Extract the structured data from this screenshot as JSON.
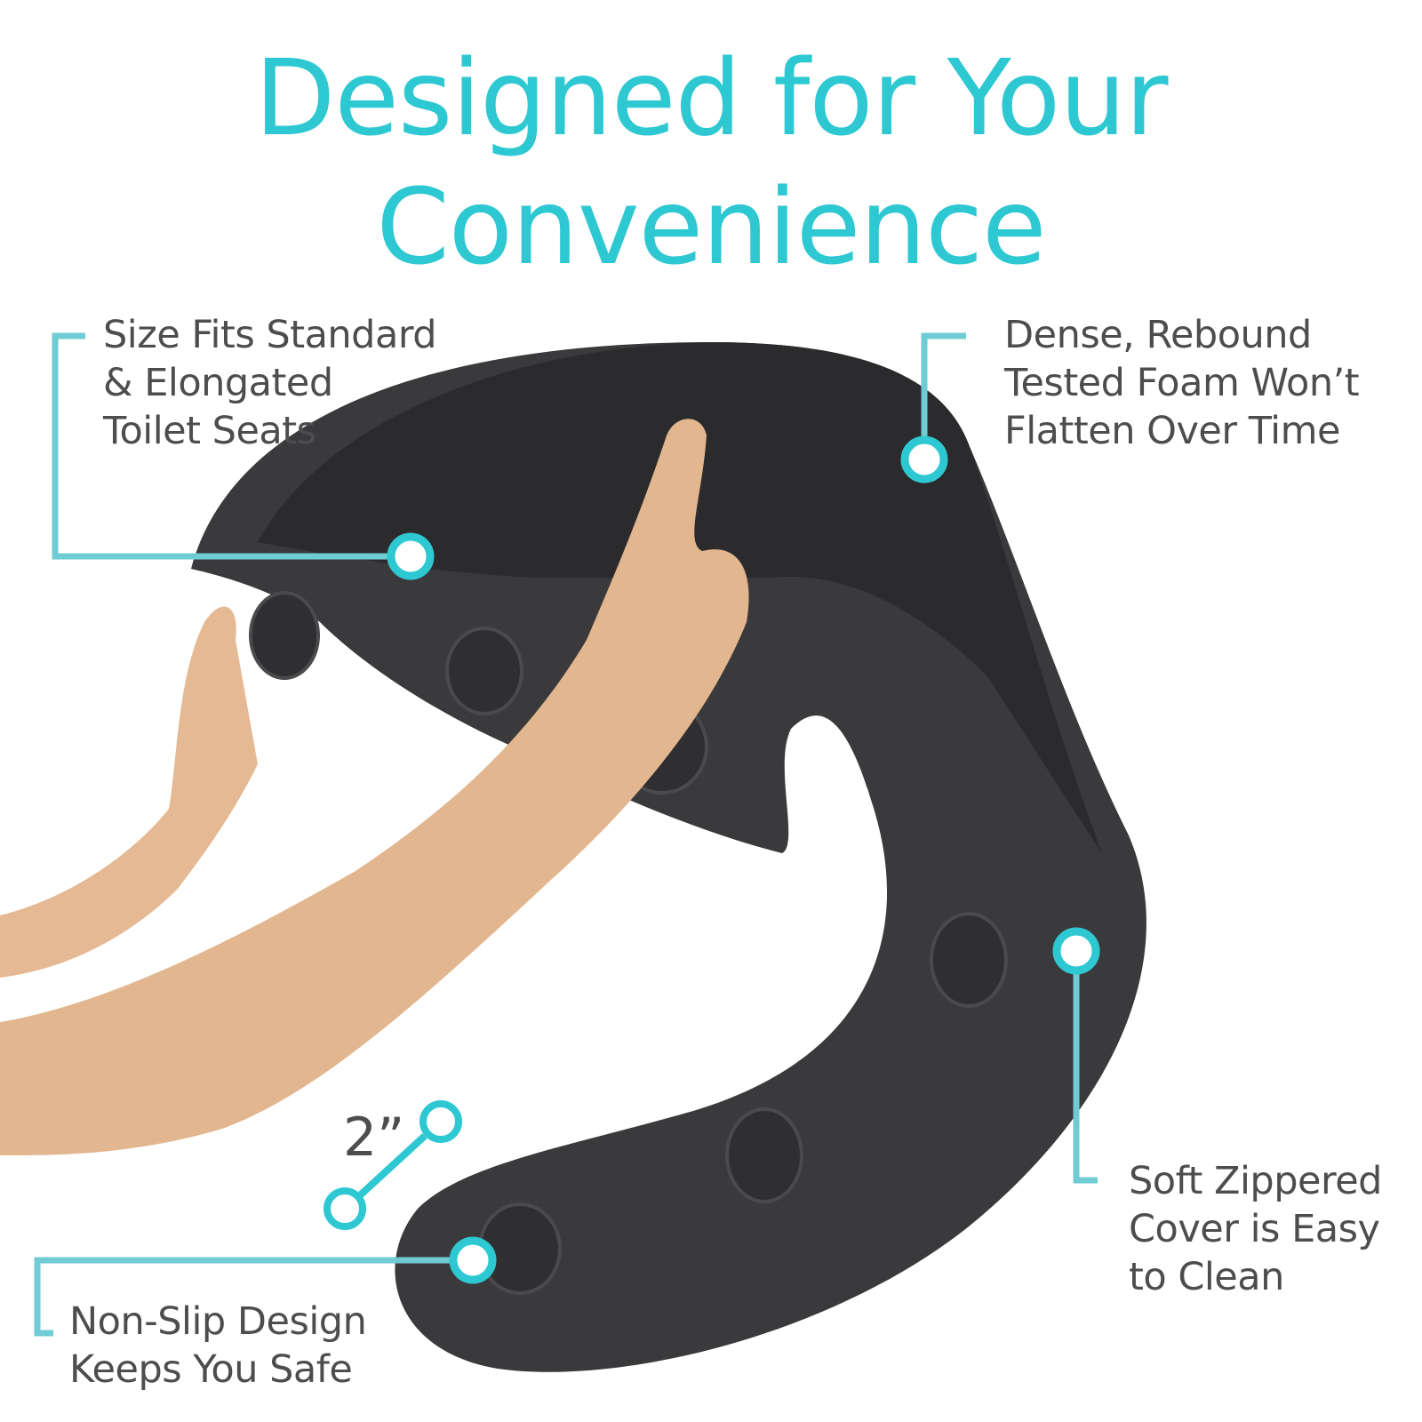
{
  "title": {
    "line1": "Designed for Your",
    "line2": "Convenience"
  },
  "colors": {
    "accent": "#2ec8d2",
    "leader": "#6fcbd4",
    "text": "#4d4d4f",
    "cushion": "#3a3a3c",
    "skin": "#e2b68e"
  },
  "callouts": [
    {
      "id": "size",
      "lines": [
        "Size Fits Standard",
        "& Elongated",
        "Toilet Seats"
      ]
    },
    {
      "id": "foam",
      "lines": [
        "Dense, Rebound",
        "Tested Foam Won’t",
        "Flatten Over Time"
      ]
    },
    {
      "id": "cover",
      "lines": [
        "Soft Zippered",
        "Cover is Easy",
        "to Clean"
      ]
    },
    {
      "id": "nonslip",
      "lines": [
        "Non-Slip Design",
        "Keeps You Safe"
      ]
    }
  ],
  "dimension": {
    "label": "2”"
  },
  "image": {
    "subject": "black toilet seat cushion held by hands, with suction cups"
  }
}
